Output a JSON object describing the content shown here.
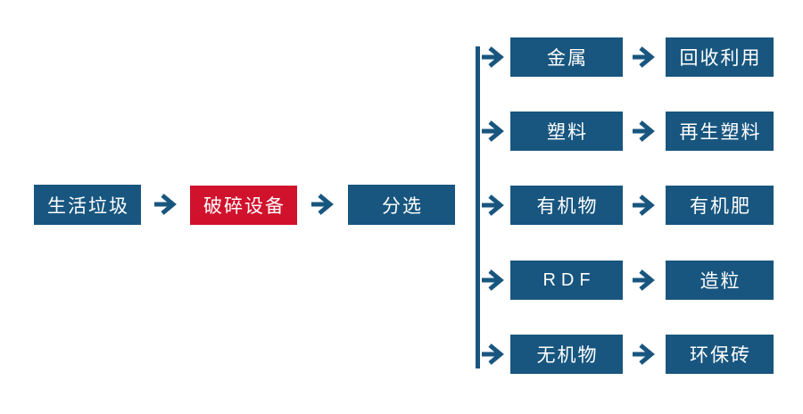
{
  "diagram": {
    "type": "flowchart",
    "background": "#FFFFFF",
    "colors": {
      "node_blue": "#18567F",
      "node_red": "#D1122D",
      "node_text": "#FFFFFF",
      "connector": "#18567F"
    },
    "main_flow": {
      "input_label": "生活垃圾",
      "process_label": "破碎设备",
      "sorting_label": "分选"
    },
    "branches": [
      {
        "source_label": "金属",
        "result_label": "回收利用"
      },
      {
        "source_label": "塑料",
        "result_label": "再生塑料"
      },
      {
        "source_label": "有机物",
        "result_label": "有机肥"
      },
      {
        "source_label": "RDF",
        "result_label": "造粒"
      },
      {
        "source_label": "无机物",
        "result_label": "环保砖"
      }
    ]
  }
}
